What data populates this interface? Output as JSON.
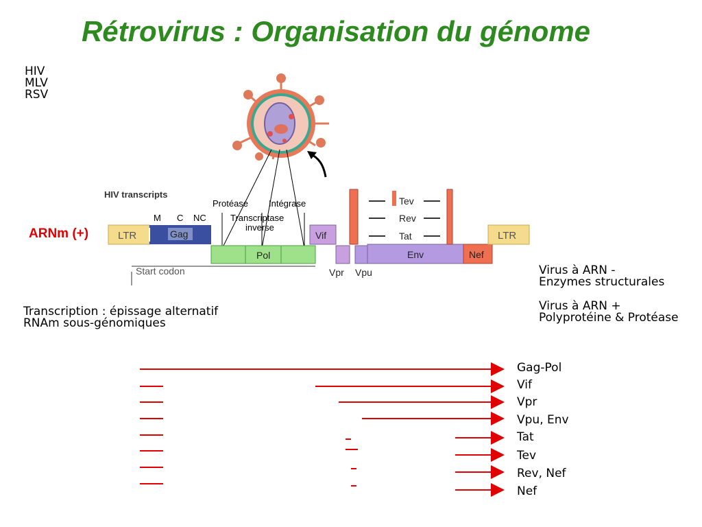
{
  "title": "Rétrovirus : Organisation du génome",
  "virus_list": [
    "HIV",
    "MLV",
    "RSV"
  ],
  "mrna_label": "ARNm (+)",
  "figure": {
    "heading": "HIV transcripts",
    "enzymes": [
      "Protéase",
      "Intégrase",
      "Transcriptase",
      "inverse"
    ],
    "gag_domains": [
      "M",
      "C",
      "NC"
    ],
    "genes": {
      "ltr_left": "LTR",
      "gag": "Gag",
      "pol": "Pol",
      "vif": "Vif",
      "vpr": "Vpr",
      "vpu": "Vpu",
      "env": "Env",
      "nef": "Nef",
      "ltr_right": "LTR",
      "tev": "Tev",
      "rev": "Rev",
      "tat": "Tat"
    },
    "start_codon": "Start codon"
  },
  "notes": {
    "arn_minus_1": "Virus à ARN -",
    "arn_minus_2": "Enzymes structurales",
    "arn_plus_1": "Virus à ARN +",
    "arn_plus_2": "Polyprotéine & Protéase",
    "transcription_1": "Transcription : épissage alternatif",
    "transcription_2": "RNAm sous-génomiques"
  },
  "transcripts": [
    {
      "label": "Gag-Pol"
    },
    {
      "label": "Vif"
    },
    {
      "label": "Vpr"
    },
    {
      "label": "Vpu, Env"
    },
    {
      "label": "Tat"
    },
    {
      "label": "Tev"
    },
    {
      "label": "Rev, Nef"
    },
    {
      "label": "Nef"
    }
  ],
  "colors": {
    "title": "#2d8a1e",
    "arrow": "#e00000",
    "ltr": "#f5dc8c",
    "gag": "#3a4fa0",
    "pol": "#9fe08a",
    "vif": "#c8a0e0",
    "env": "#b49ae0",
    "nef": "#ee7050",
    "tat_rev": "#ee7050"
  }
}
